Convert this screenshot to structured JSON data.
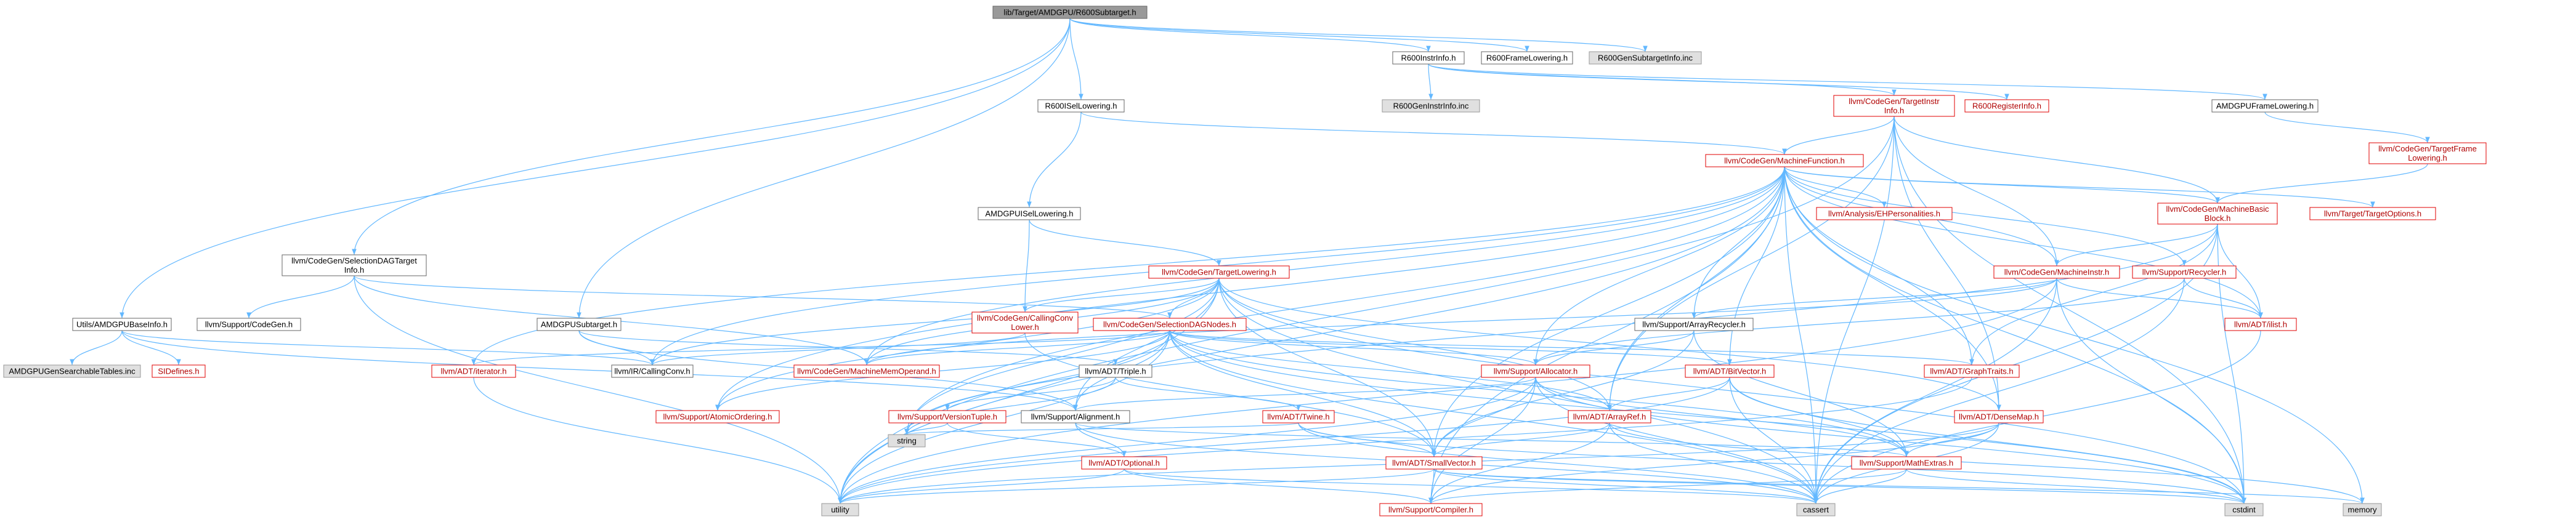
{
  "colors": {
    "edge": "#63b8ff",
    "edge_dark": "#4a90c8",
    "red_border": "#e00000",
    "node_border": "#666666",
    "root_fill": "#999999",
    "gray_fill": "#e0e0e0",
    "white_fill": "#ffffff"
  },
  "nodes": {
    "root": {
      "lines": [
        "lib/Target/AMDGPU/R600Subtarget.h"
      ],
      "style": "root"
    },
    "utils_amdgpubaseinfo": {
      "lines": [
        "Utils/AMDGPUBaseInfo.h"
      ],
      "style": "white"
    },
    "amdgpugensearchable": {
      "lines": [
        "AMDGPUGenSearchableTables.inc"
      ],
      "style": "gray"
    },
    "sidefines": {
      "lines": [
        "SIDefines.h"
      ],
      "style": "red"
    },
    "selectiondagtargetinfo": {
      "lines": [
        "llvm/CodeGen/SelectionDAGTarget",
        "Info.h"
      ],
      "style": "white"
    },
    "support_codegen": {
      "lines": [
        "llvm/Support/CodeGen.h"
      ],
      "style": "white"
    },
    "amdgpusubtarget": {
      "lines": [
        "AMDGPUSubtarget.h"
      ],
      "style": "white"
    },
    "r600isellowering": {
      "lines": [
        "R600ISelLowering.h"
      ],
      "style": "white"
    },
    "amdgpuisellowering": {
      "lines": [
        "AMDGPUISelLowering.h"
      ],
      "style": "white"
    },
    "r600instrinfo": {
      "lines": [
        "R600InstrInfo.h"
      ],
      "style": "white"
    },
    "r600framelowering": {
      "lines": [
        "R600FrameLowering.h"
      ],
      "style": "white"
    },
    "r600gensubtargetinfo": {
      "lines": [
        "R600GenSubtargetInfo.inc"
      ],
      "style": "gray"
    },
    "r600geninstrinfo": {
      "lines": [
        "R600GenInstrInfo.inc"
      ],
      "style": "gray"
    },
    "targetinstrinfo": {
      "lines": [
        "llvm/CodeGen/TargetInstr",
        "Info.h"
      ],
      "style": "red"
    },
    "r600registerinfo": {
      "lines": [
        "R600RegisterInfo.h"
      ],
      "style": "red"
    },
    "amdgpuframelowering": {
      "lines": [
        "AMDGPUFrameLowering.h"
      ],
      "style": "white"
    },
    "targetframelowering": {
      "lines": [
        "llvm/CodeGen/TargetFrame",
        "Lowering.h"
      ],
      "style": "red"
    },
    "machinefunction": {
      "lines": [
        "llvm/CodeGen/MachineFunction.h"
      ],
      "style": "red"
    },
    "ehpersonalities": {
      "lines": [
        "llvm/Analysis/EHPersonalities.h"
      ],
      "style": "red"
    },
    "machinebasicblock": {
      "lines": [
        "llvm/CodeGen/MachineBasic",
        "Block.h"
      ],
      "style": "red"
    },
    "targetoptions": {
      "lines": [
        "llvm/Target/TargetOptions.h"
      ],
      "style": "red"
    },
    "targetlowering": {
      "lines": [
        "llvm/CodeGen/TargetLowering.h"
      ],
      "style": "red"
    },
    "machineinstr": {
      "lines": [
        "llvm/CodeGen/MachineInstr.h"
      ],
      "style": "red"
    },
    "recycler": {
      "lines": [
        "llvm/Support/Recycler.h"
      ],
      "style": "red"
    },
    "callingconvlower": {
      "lines": [
        "llvm/CodeGen/CallingConv",
        "Lower.h"
      ],
      "style": "red"
    },
    "selectiondagnodes": {
      "lines": [
        "llvm/CodeGen/SelectionDAGNodes.h"
      ],
      "style": "red"
    },
    "arrayrecycler": {
      "lines": [
        "llvm/Support/ArrayRecycler.h"
      ],
      "style": "white"
    },
    "ilist": {
      "lines": [
        "llvm/ADT/ilist.h"
      ],
      "style": "red"
    },
    "iterator": {
      "lines": [
        "llvm/ADT/iterator.h"
      ],
      "style": "red"
    },
    "callingconv": {
      "lines": [
        "llvm/IR/CallingConv.h"
      ],
      "style": "white"
    },
    "machinememoperand": {
      "lines": [
        "llvm/CodeGen/MachineMemOperand.h"
      ],
      "style": "red"
    },
    "triple": {
      "lines": [
        "llvm/ADT/Triple.h"
      ],
      "style": "white"
    },
    "allocator": {
      "lines": [
        "llvm/Support/Allocator.h"
      ],
      "style": "red"
    },
    "bitvector": {
      "lines": [
        "llvm/ADT/BitVector.h"
      ],
      "style": "red"
    },
    "graphtraits": {
      "lines": [
        "llvm/ADT/GraphTraits.h"
      ],
      "style": "red"
    },
    "atomicordering": {
      "lines": [
        "llvm/Support/AtomicOrdering.h"
      ],
      "style": "red"
    },
    "versiontuple": {
      "lines": [
        "llvm/Support/VersionTuple.h"
      ],
      "style": "red"
    },
    "alignment": {
      "lines": [
        "llvm/Support/Alignment.h"
      ],
      "style": "white"
    },
    "twine": {
      "lines": [
        "llvm/ADT/Twine.h"
      ],
      "style": "red"
    },
    "arrayref": {
      "lines": [
        "llvm/ADT/ArrayRef.h"
      ],
      "style": "red"
    },
    "densemap": {
      "lines": [
        "llvm/ADT/DenseMap.h"
      ],
      "style": "red"
    },
    "string": {
      "lines": [
        "string"
      ],
      "style": "gray"
    },
    "optional": {
      "lines": [
        "llvm/ADT/Optional.h"
      ],
      "style": "red"
    },
    "smallvector": {
      "lines": [
        "llvm/ADT/SmallVector.h"
      ],
      "style": "red"
    },
    "mathextras": {
      "lines": [
        "llvm/Support/MathExtras.h"
      ],
      "style": "red"
    },
    "utility": {
      "lines": [
        "utility"
      ],
      "style": "gray"
    },
    "compiler": {
      "lines": [
        "llvm/Support/Compiler.h"
      ],
      "style": "red"
    },
    "cassert": {
      "lines": [
        "cassert"
      ],
      "style": "gray"
    },
    "cstdint": {
      "lines": [
        "cstdint"
      ],
      "style": "gray"
    },
    "memory": {
      "lines": [
        "memory"
      ],
      "style": "gray"
    }
  },
  "edges": [
    [
      "root",
      "utils_amdgpubaseinfo"
    ],
    [
      "root",
      "selectiondagtargetinfo"
    ],
    [
      "root",
      "amdgpusubtarget"
    ],
    [
      "root",
      "r600isellowering"
    ],
    [
      "root",
      "r600instrinfo"
    ],
    [
      "root",
      "r600framelowering"
    ],
    [
      "root",
      "r600gensubtargetinfo"
    ],
    [
      "utils_amdgpubaseinfo",
      "amdgpugensearchable"
    ],
    [
      "utils_amdgpubaseinfo",
      "sidefines"
    ],
    [
      "utils_amdgpubaseinfo",
      "callingconv"
    ],
    [
      "utils_amdgpubaseinfo",
      "alignment"
    ],
    [
      "selectiondagtargetinfo",
      "support_codegen"
    ],
    [
      "selectiondagtargetinfo",
      "selectiondagnodes"
    ],
    [
      "selectiondagtargetinfo",
      "machinememoperand"
    ],
    [
      "selectiondagtargetinfo",
      "utility"
    ],
    [
      "amdgpusubtarget",
      "callingconv"
    ],
    [
      "amdgpusubtarget",
      "triple"
    ],
    [
      "amdgpusubtarget",
      "alignment"
    ],
    [
      "r600isellowering",
      "amdgpuisellowering"
    ],
    [
      "r600isellowering",
      "machinefunction"
    ],
    [
      "amdgpuisellowering",
      "callingconvlower"
    ],
    [
      "amdgpuisellowering",
      "targetlowering"
    ],
    [
      "r600instrinfo",
      "r600geninstrinfo"
    ],
    [
      "r600instrinfo",
      "targetinstrinfo"
    ],
    [
      "r600instrinfo",
      "r600registerinfo"
    ],
    [
      "r600instrinfo",
      "amdgpuframelowering"
    ],
    [
      "amdgpuframelowering",
      "targetframelowering"
    ],
    [
      "targetframelowering",
      "machinebasicblock"
    ],
    [
      "targetinstrinfo",
      "machinefunction"
    ],
    [
      "targetinstrinfo",
      "machinebasicblock"
    ],
    [
      "targetinstrinfo",
      "machineinstr"
    ],
    [
      "targetinstrinfo",
      "densemap"
    ],
    [
      "targetinstrinfo",
      "arrayref"
    ],
    [
      "targetinstrinfo",
      "cassert"
    ],
    [
      "targetinstrinfo",
      "cstdint"
    ],
    [
      "targetinstrinfo",
      "utility"
    ],
    [
      "machinefunction",
      "ehpersonalities"
    ],
    [
      "machinefunction",
      "machinebasicblock"
    ],
    [
      "machinefunction",
      "machineinstr"
    ],
    [
      "machinefunction",
      "machinememoperand"
    ],
    [
      "machinefunction",
      "recycler"
    ],
    [
      "machinefunction",
      "targetoptions"
    ],
    [
      "machinefunction",
      "arrayrecycler"
    ],
    [
      "machinefunction",
      "allocator"
    ],
    [
      "machinefunction",
      "bitvector"
    ],
    [
      "machinefunction",
      "graphtraits"
    ],
    [
      "machinefunction",
      "ilist"
    ],
    [
      "machinefunction",
      "iterator"
    ],
    [
      "machinefunction",
      "callingconv"
    ],
    [
      "machinefunction",
      "atomicordering"
    ],
    [
      "machinefunction",
      "arrayref"
    ],
    [
      "machinefunction",
      "densemap"
    ],
    [
      "machinefunction",
      "smallvector"
    ],
    [
      "machinefunction",
      "compiler"
    ],
    [
      "machinefunction",
      "cassert"
    ],
    [
      "machinefunction",
      "cstdint"
    ],
    [
      "machinefunction",
      "memory"
    ],
    [
      "machinefunction",
      "utility"
    ],
    [
      "machinefunction",
      "string"
    ],
    [
      "machinebasicblock",
      "machineinstr"
    ],
    [
      "machinebasicblock",
      "ilist"
    ],
    [
      "machinebasicblock",
      "graphtraits"
    ],
    [
      "machinebasicblock",
      "cassert"
    ],
    [
      "machinebasicblock",
      "cstdint"
    ],
    [
      "machinebasicblock",
      "string"
    ],
    [
      "targetlowering",
      "callingconvlower"
    ],
    [
      "targetlowering",
      "selectiondagnodes"
    ],
    [
      "targetlowering",
      "machinememoperand"
    ],
    [
      "targetlowering",
      "callingconv"
    ],
    [
      "targetlowering",
      "atomicordering"
    ],
    [
      "targetlowering",
      "alignment"
    ],
    [
      "targetlowering",
      "arrayref"
    ],
    [
      "targetlowering",
      "densemap"
    ],
    [
      "targetlowering",
      "smallvector"
    ],
    [
      "targetlowering",
      "cassert"
    ],
    [
      "targetlowering",
      "cstdint"
    ],
    [
      "targetlowering",
      "string"
    ],
    [
      "targetlowering",
      "utility"
    ],
    [
      "machineinstr",
      "machinememoperand"
    ],
    [
      "machineinstr",
      "ilist"
    ],
    [
      "machineinstr",
      "arrayrecycler"
    ],
    [
      "machineinstr",
      "cassert"
    ],
    [
      "machineinstr",
      "cstdint"
    ],
    [
      "machineinstr",
      "utility"
    ],
    [
      "recycler",
      "allocator"
    ],
    [
      "recycler",
      "ilist"
    ],
    [
      "recycler",
      "cassert"
    ],
    [
      "callingconvlower",
      "smallvector"
    ],
    [
      "callingconvlower",
      "callingconv"
    ],
    [
      "selectiondagnodes",
      "bitvector"
    ],
    [
      "selectiondagnodes",
      "graphtraits"
    ],
    [
      "selectiondagnodes",
      "iterator"
    ],
    [
      "selectiondagnodes",
      "allocator"
    ],
    [
      "selectiondagnodes",
      "machinememoperand"
    ],
    [
      "selectiondagnodes",
      "atomicordering"
    ],
    [
      "selectiondagnodes",
      "alignment"
    ],
    [
      "selectiondagnodes",
      "arrayref"
    ],
    [
      "selectiondagnodes",
      "smallvector"
    ],
    [
      "selectiondagnodes",
      "mathextras"
    ],
    [
      "selectiondagnodes",
      "cassert"
    ],
    [
      "selectiondagnodes",
      "cstdint"
    ],
    [
      "selectiondagnodes",
      "utility"
    ],
    [
      "selectiondagnodes",
      "string"
    ],
    [
      "arrayrecycler",
      "allocator"
    ],
    [
      "arrayrecycler",
      "smallvector"
    ],
    [
      "arrayrecycler",
      "mathextras"
    ],
    [
      "ilist",
      "cassert"
    ],
    [
      "iterator",
      "utility"
    ],
    [
      "triple",
      "twine"
    ],
    [
      "triple",
      "versiontuple"
    ],
    [
      "triple",
      "string"
    ],
    [
      "allocator",
      "alignment"
    ],
    [
      "allocator",
      "smallvector"
    ],
    [
      "allocator",
      "mathextras"
    ],
    [
      "allocator",
      "compiler"
    ],
    [
      "allocator",
      "cassert"
    ],
    [
      "allocator",
      "cstdint"
    ],
    [
      "allocator",
      "utility"
    ],
    [
      "bitvector",
      "arrayref"
    ],
    [
      "bitvector",
      "mathextras"
    ],
    [
      "bitvector",
      "cassert"
    ],
    [
      "bitvector",
      "cstdint"
    ],
    [
      "bitvector",
      "utility"
    ],
    [
      "graphtraits",
      "utility"
    ],
    [
      "versiontuple",
      "optional"
    ],
    [
      "versiontuple",
      "string"
    ],
    [
      "alignment",
      "mathextras"
    ],
    [
      "alignment",
      "cassert"
    ],
    [
      "alignment",
      "optional"
    ],
    [
      "twine",
      "smallvector"
    ],
    [
      "twine",
      "string"
    ],
    [
      "twine",
      "cassert"
    ],
    [
      "twine",
      "cstdint"
    ],
    [
      "arrayref",
      "smallvector"
    ],
    [
      "arrayref",
      "compiler"
    ],
    [
      "arrayref",
      "cassert"
    ],
    [
      "arrayref",
      "memory"
    ],
    [
      "densemap",
      "mathextras"
    ],
    [
      "densemap",
      "compiler"
    ],
    [
      "densemap",
      "cassert"
    ],
    [
      "densemap",
      "utility"
    ],
    [
      "optional",
      "compiler"
    ],
    [
      "optional",
      "cassert"
    ],
    [
      "optional",
      "utility"
    ],
    [
      "smallvector",
      "compiler"
    ],
    [
      "smallvector",
      "cassert"
    ],
    [
      "smallvector",
      "cstdint"
    ],
    [
      "smallvector",
      "memory"
    ],
    [
      "smallvector",
      "utility"
    ],
    [
      "mathextras",
      "compiler"
    ],
    [
      "mathextras",
      "cassert"
    ],
    [
      "mathextras",
      "cstdint"
    ]
  ]
}
